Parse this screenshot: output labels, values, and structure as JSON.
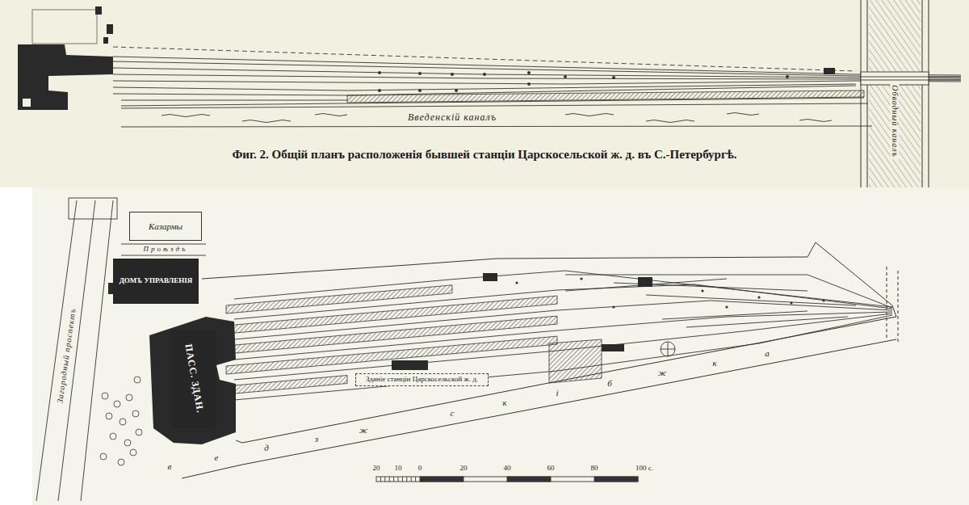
{
  "diagram": {
    "caption": "Фиг. 2. Общій планъ расположенія бывшей станціи Царскосельской ж. д. въ С.-Петербургѣ.",
    "nodes": [
      {
        "text": [
          "Казармы"
        ]
      },
      {
        "text": [
          "ДОМЪ УПРАВЛЕНІЯ"
        ]
      },
      {
        "text": [
          "ПАСС. ЗДАН."
        ]
      },
      {
        "text": [
          "Зданіе станціи Царскосельской ж. д."
        ]
      }
    ],
    "labels": [
      "Введенскій каналъ",
      "Обводный каналъ",
      "Загородный проспектъ",
      "Проѣздъ",
      "в",
      "е",
      "д",
      "з",
      "ж",
      "с",
      "к",
      "i",
      "б",
      "ж",
      "к",
      "а",
      "20",
      "10",
      "0",
      "20",
      "40",
      "60",
      "80",
      "100 с."
    ]
  }
}
